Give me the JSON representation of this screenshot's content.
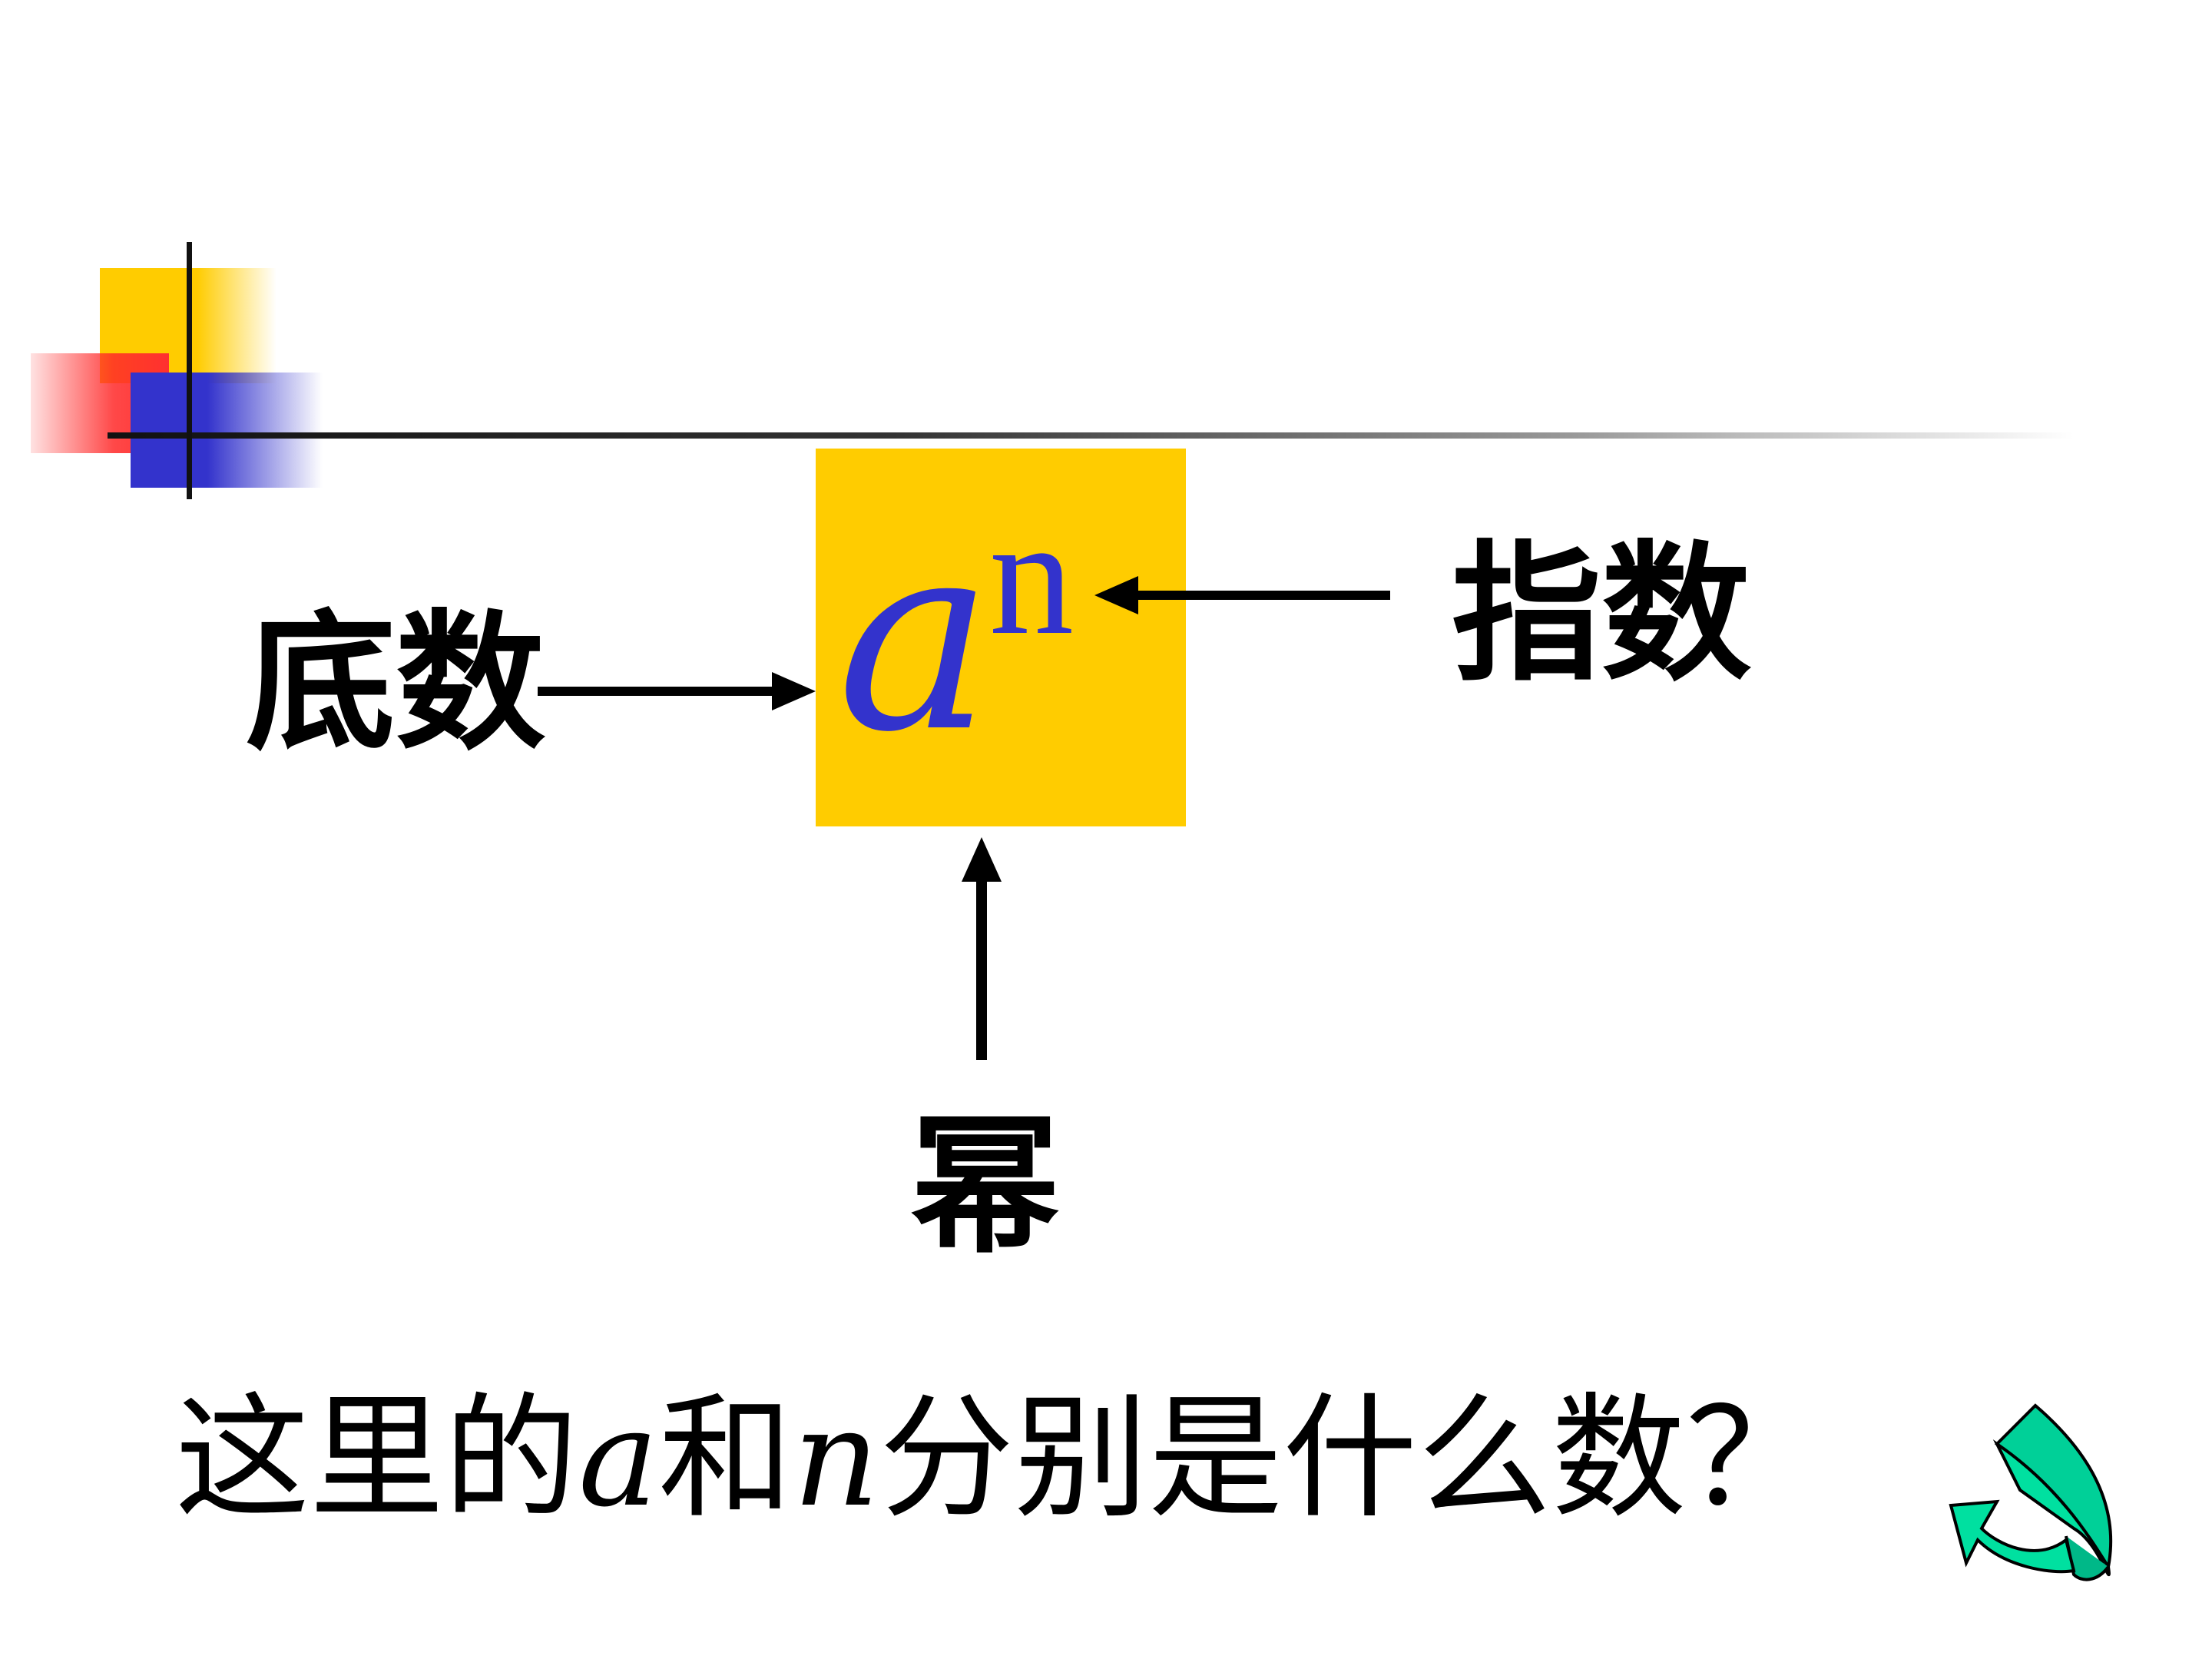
{
  "diagram": {
    "base_symbol": "a",
    "exponent_symbol": "n",
    "label_base": "底数",
    "label_exponent": "指数",
    "label_power": "幂",
    "colors": {
      "box": "#ffcc00",
      "symbols": "#3333cc",
      "arrows": "#000000",
      "return_icon": "#00e0a0"
    }
  },
  "question": {
    "part1": "这里的",
    "var_a": "a",
    "part2": "和",
    "var_n": "n",
    "part3": "分别是什么数？"
  },
  "icons": {
    "return": "return-arrow-icon"
  }
}
